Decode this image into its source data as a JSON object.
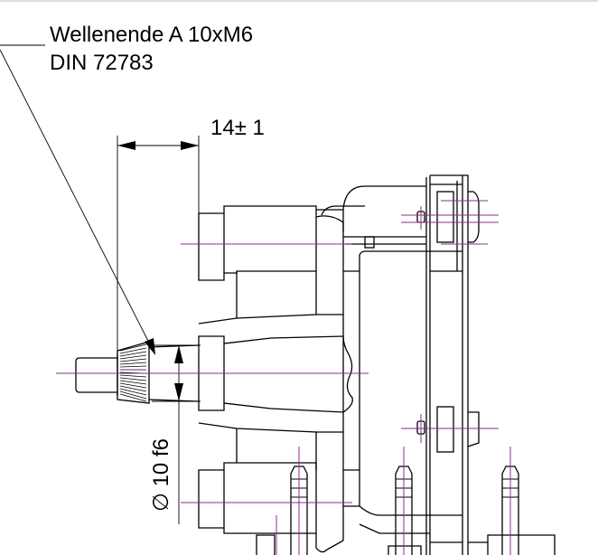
{
  "callout": {
    "line1": "Wellenende A 10xM6",
    "line2": "DIN 72783"
  },
  "dimensions": {
    "length": "14± 1",
    "diameter": "∅ 10 f6"
  },
  "colors": {
    "outline": "#000000",
    "center_line": "#8a2f8a",
    "background": "#ffffff"
  }
}
